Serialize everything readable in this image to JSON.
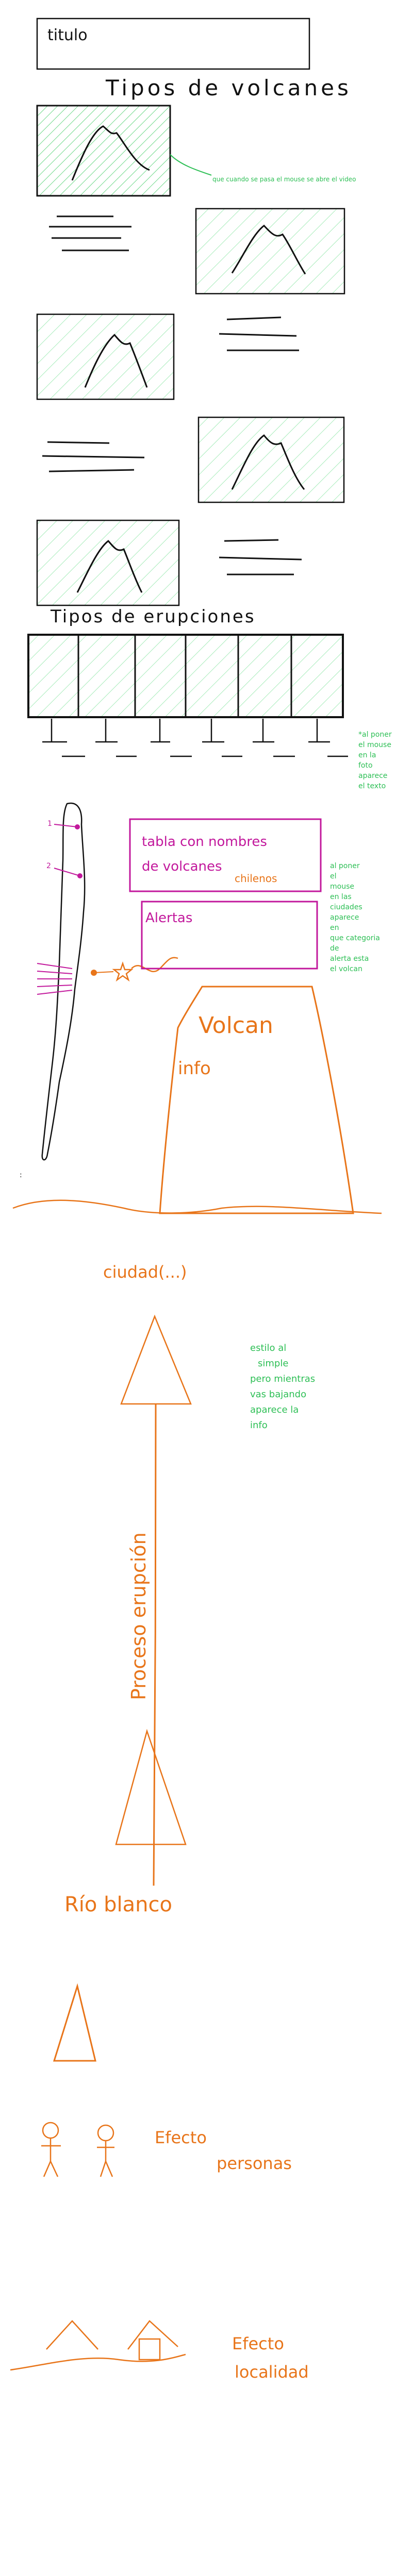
{
  "header": {
    "title": "titulo"
  },
  "volcano_types": {
    "heading": "Tipos de volcanes",
    "note": "que cuando se pasa el mouse se abre el video"
  },
  "eruption_types": {
    "heading": "Tipos de erupciones"
  },
  "notes": {
    "hover_eruption": "al poner el mouse en la foto aparece el texto",
    "hover_map": "al poner el mouse en las ciudades aparece en que categoria de alerta esta el volcan",
    "style": "estilo al simple pero mientras vas bajando aparece la info"
  },
  "map_panel": {
    "table_label": "tabla con nombres de volcanes",
    "table_tag": "chilenos",
    "alert_label": "Alertas",
    "marker_1": "1",
    "marker_2": "2"
  },
  "volcano_panel": {
    "title": "Volcan",
    "info": "info",
    "city": "ciudad(...)"
  },
  "process": {
    "label": "Proceso erupción",
    "river": "Río blanco",
    "people_effect": "Efecto personas",
    "local_effect": "Efecto localidad"
  },
  "colors": {
    "ink": "#111111",
    "orange": "#e8751a",
    "green": "#2dbf55",
    "magenta": "#c2189c"
  }
}
